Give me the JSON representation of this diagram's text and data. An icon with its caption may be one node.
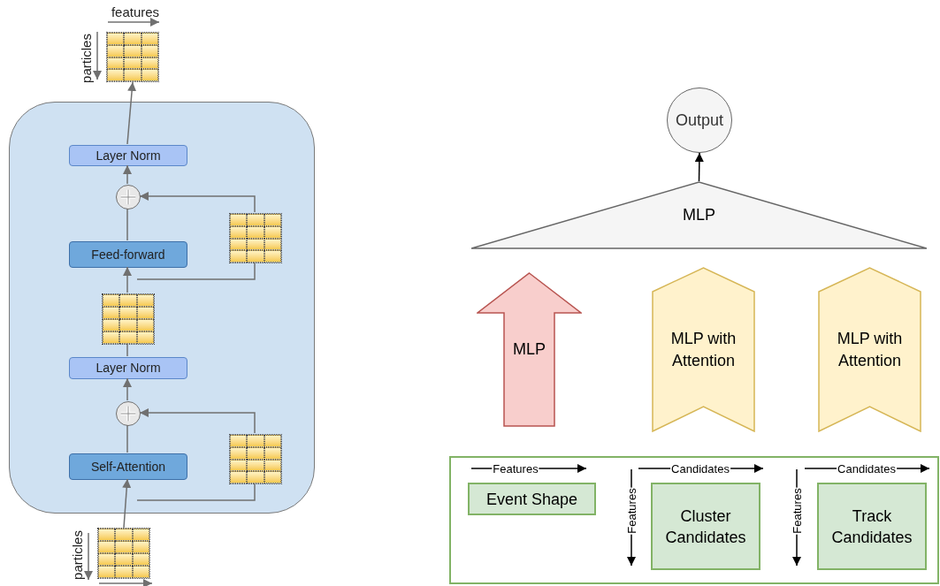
{
  "diagram": {
    "nodes": [
      {
        "text": [],
        "shape": "box"
      },
      {
        "text": [
          "Layer Norm"
        ],
        "in": 0
      },
      {
        "text": [],
        "shape": "circle",
        "in": 0
      },
      {
        "text": [
          "Feed-forward"
        ],
        "in": 0
      },
      {
        "text": [],
        "shape": "grid",
        "in": 0
      },
      {
        "text": [],
        "shape": "grid",
        "in": 0
      },
      {
        "text": [
          "Layer Norm"
        ],
        "in": 0
      },
      {
        "text": [],
        "shape": "circle",
        "in": 0
      },
      {
        "text": [
          "Self-Attention"
        ],
        "in": 0
      },
      {
        "text": [],
        "shape": "grid",
        "in": 0
      },
      {
        "text": [],
        "shape": "grid"
      },
      {
        "text": [],
        "shape": "grid"
      },
      {
        "text": [
          "Output"
        ]
      },
      {
        "text": [
          "MLP"
        ]
      },
      {
        "text": [
          "MLP"
        ]
      },
      {
        "text": [
          "MLP with Attention"
        ]
      },
      {
        "text": [
          "MLP with Attention"
        ]
      },
      {
        "text": [],
        "shape": "box"
      },
      {
        "text": [
          "Event Shape"
        ],
        "in": 17
      },
      {
        "text": [
          "Cluster Candidates"
        ],
        "in": 17
      },
      {
        "text": [
          "Track Candidates"
        ],
        "in": 17
      }
    ],
    "edges": [
      {
        "from": 11,
        "to": 8,
        "arrow": "to"
      },
      {
        "from": null,
        "to": 9,
        "arrow": "none"
      },
      {
        "from": 9,
        "to": 7,
        "arrow": "to"
      },
      {
        "from": 8,
        "to": 7,
        "arrow": "none"
      },
      {
        "from": 7,
        "to": 6,
        "arrow": "to"
      },
      {
        "from": 6,
        "to": 5,
        "arrow": "none"
      },
      {
        "from": 5,
        "to": 3,
        "arrow": "to"
      },
      {
        "from": null,
        "to": 4,
        "arrow": "none"
      },
      {
        "from": 4,
        "to": 2,
        "arrow": "to"
      },
      {
        "from": 3,
        "to": 2,
        "arrow": "none"
      },
      {
        "from": 2,
        "to": 1,
        "arrow": "to"
      },
      {
        "from": 1,
        "to": 10,
        "arrow": "to"
      },
      {
        "from": 13,
        "to": 12,
        "arrow": "to",
        "color": "#000000"
      }
    ],
    "labels": [
      "features",
      "particles",
      "particles",
      "Features",
      "Candidates",
      "Candidates",
      "Features",
      "Features"
    ]
  }
}
